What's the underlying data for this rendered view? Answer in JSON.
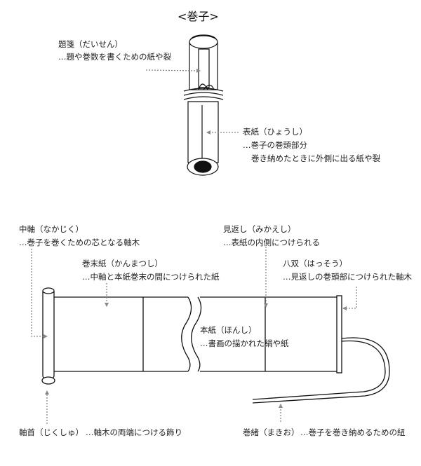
{
  "title": "<巻子>",
  "labels": {
    "daisen": {
      "name": "題箋（だいせん）",
      "desc": "…題や巻数を書くための紙や裂"
    },
    "hyoshi": {
      "name": "表紙（ひょうし）",
      "desc1": "…巻子の巻頭部分",
      "desc2": "巻き納めたときに外側に出る紙や裂"
    },
    "nakajiku": {
      "name": "中軸（なかじく）",
      "desc": "…巻子を巻くための芯となる軸木"
    },
    "mikaeshi": {
      "name": "見返し（みかえし）",
      "desc": "…表紙の内側につけられる"
    },
    "kanmatsushi": {
      "name": "巻末紙（かんまつし）",
      "desc": "…中軸と本紙巻末の間につけられた紙"
    },
    "hassou": {
      "name": "八双（はっそう）",
      "desc": "…見返しの巻頭部につけられた軸木"
    },
    "honshi": {
      "name": "本紙（ほんし）",
      "desc": "…書画の描かれた絹や紙"
    },
    "jikukubi": {
      "name": "軸首（じくしゅ）",
      "desc": "…軸木の両端につける飾り"
    },
    "makio": {
      "name": "巻緒（まきお）",
      "desc": "…巻子を巻き納めるための紐"
    }
  }
}
